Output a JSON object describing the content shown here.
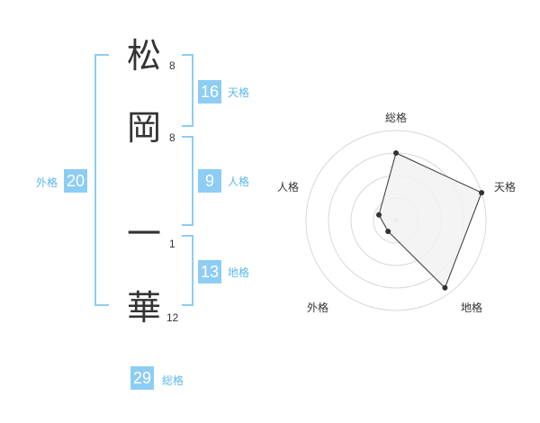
{
  "name": {
    "chars": [
      {
        "char": "松",
        "strokes": "8"
      },
      {
        "char": "岡",
        "strokes": "8"
      },
      {
        "char": "一",
        "strokes": "1"
      },
      {
        "char": "華",
        "strokes": "12"
      }
    ]
  },
  "fortunes": {
    "tenkaku": {
      "value": "16",
      "label": "天格"
    },
    "jinkaku": {
      "value": "9",
      "label": "人格"
    },
    "chikaku": {
      "value": "13",
      "label": "地格"
    },
    "gaikaku": {
      "value": "20",
      "label": "外格"
    },
    "soukaku": {
      "value": "29",
      "label": "総格"
    }
  },
  "chart_data": {
    "type": "radar",
    "axes": [
      "総格",
      "天格",
      "地格",
      "外格",
      "人格"
    ],
    "rings": 4,
    "max": 4,
    "values": [
      3.0,
      4.0,
      3.7,
      0.6,
      0.8
    ],
    "colors": {
      "fill": "#f2f2f2",
      "stroke": "#333333",
      "grid": "#d8d8d8",
      "point": "#333333",
      "center": "#cccccc"
    }
  }
}
